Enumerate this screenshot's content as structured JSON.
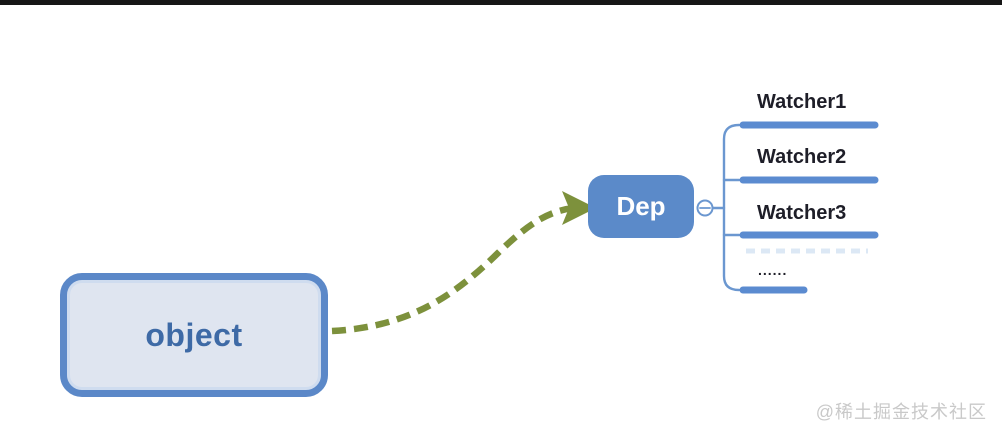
{
  "diagram": {
    "object_node": {
      "label": "object"
    },
    "dep_node": {
      "label": "Dep"
    },
    "collapse_toggle": "minus",
    "watchers": [
      {
        "label": "Watcher1"
      },
      {
        "label": "Watcher2"
      },
      {
        "label": "Watcher3"
      },
      {
        "label": "......"
      }
    ]
  },
  "watermark": {
    "text": "@稀土掘金技术社区"
  },
  "colors": {
    "node-blue": "#5b8ac9",
    "line-blue": "#5b8bd0",
    "bracket-blue": "#6b97d0",
    "object-fill": "#dfe5f0",
    "object-border": "#5b88c8",
    "object-text": "#3e6aa6",
    "arrow-green": "#7d913c",
    "label-dark": "#1e1e28",
    "watermark-gray": "#c9c9c9",
    "ghost-blue": "#dce8f5",
    "topbar-black": "#161616"
  }
}
